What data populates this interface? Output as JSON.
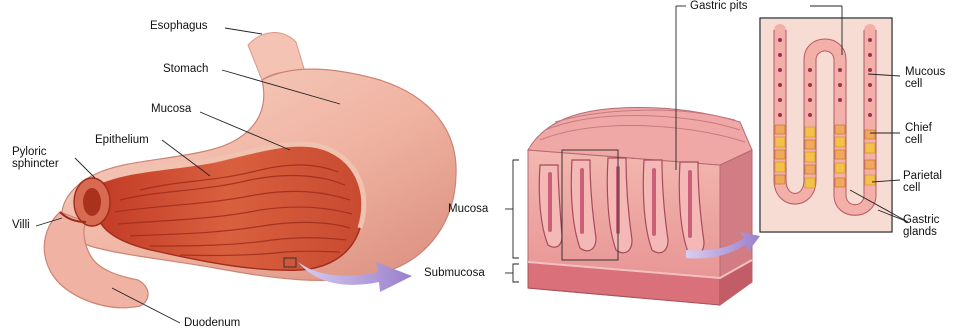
{
  "labels": {
    "esophagus": "Esophagus",
    "stomach": "Stomach",
    "mucosa": "Mucosa",
    "epithelium": "Epithelium",
    "pyloric_sphincter": "Pyloric\nsphincter",
    "villi": "Villi",
    "duodenum": "Duodenum",
    "gastric_pits": "Gastric pits",
    "mucosa_layer": "Mucosa",
    "submucosa": "Submucosa",
    "mucous_cell": "Mucous\ncell",
    "chief_cell": "Chief\ncell",
    "parietal_cell": "Parietal\ncell",
    "gastric_glands": "Gastric\nglands"
  },
  "colors": {
    "stomach_outer": "#f2b7a6",
    "stomach_shadow": "#d98c7c",
    "lumen": "#d4553a",
    "lumen_folds": "#b83a26",
    "tissue_pink": "#e99a9a",
    "tissue_dark": "#b85a66",
    "submucosa": "#d9707a",
    "arrow": "#a48ad0",
    "chief_cell": "#f0a85a",
    "parietal_cell": "#f5c04a",
    "mucous_cell": "#f2b0a8",
    "cell_nucleus": "#9c3050"
  }
}
